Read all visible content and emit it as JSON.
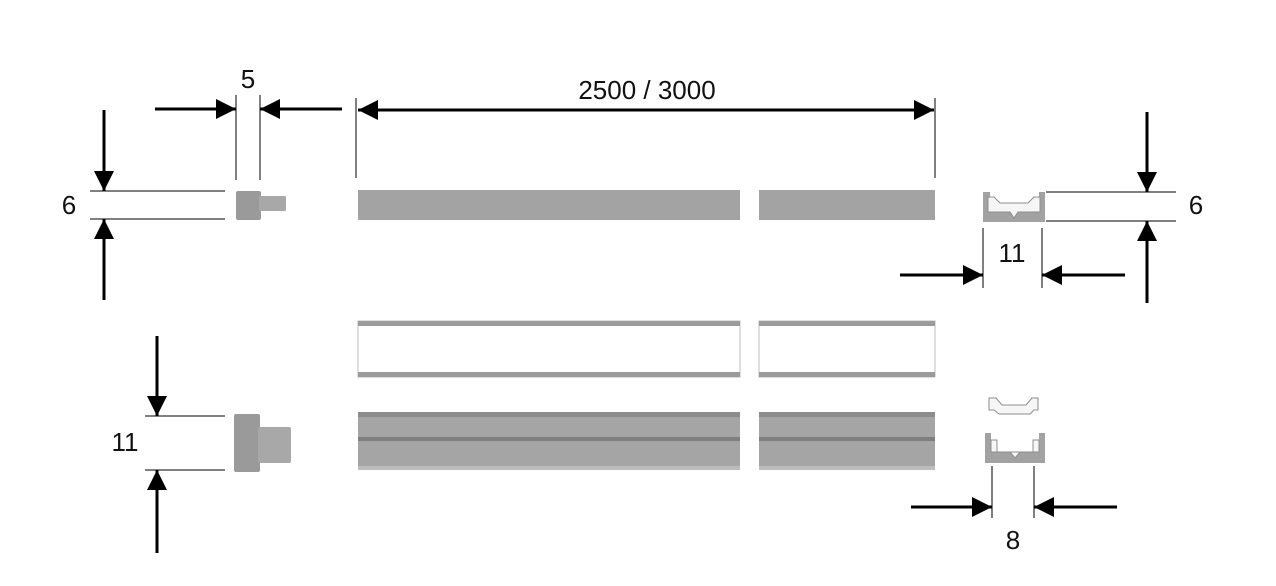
{
  "dimensions": {
    "cap_width": "5",
    "profile_length": "2500 / 3000",
    "left_height": "6",
    "right_height": "6",
    "profile_width": "11",
    "side_height": "11",
    "channel_width": "8"
  },
  "colors": {
    "profile_gray": "#a3a3a3",
    "profile_dark": "#8c8c8c",
    "cap_gray": "#9a9a9a",
    "line": "#000000",
    "diffuser": "#f6f6f6"
  }
}
